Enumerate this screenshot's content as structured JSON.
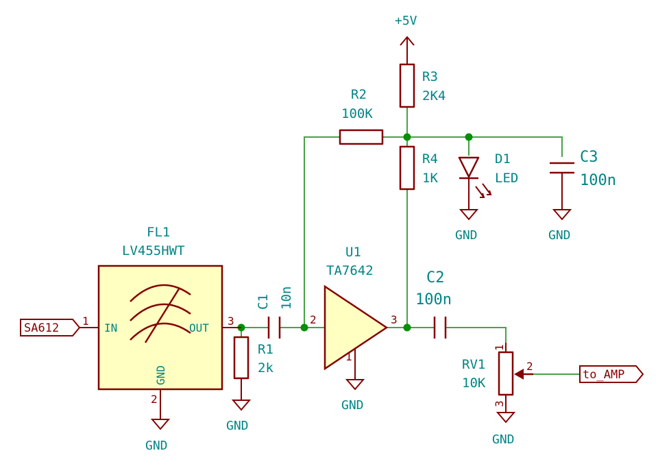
{
  "power": {
    "vcc": "+5V",
    "gnd": "GND"
  },
  "FL1": {
    "ref": "FL1",
    "value": "LV455HWT",
    "pin_in_num": "1",
    "pin_out_num": "3",
    "pin_gnd_num": "2",
    "pin_in_name": "IN",
    "pin_out_name": "OUT",
    "pin_gnd_name": "GND"
  },
  "R1": {
    "ref": "R1",
    "value": "2k"
  },
  "C1": {
    "ref": "C1",
    "value": "10n"
  },
  "U1": {
    "ref": "U1",
    "value": "TA7642",
    "pin_in": "2",
    "pin_out": "3",
    "pin_gnd": "1"
  },
  "R2": {
    "ref": "R2",
    "value": "100K"
  },
  "R3": {
    "ref": "R3",
    "value": "2K4"
  },
  "R4": {
    "ref": "R4",
    "value": "1K"
  },
  "D1": {
    "ref": "D1",
    "value": "LED"
  },
  "C3": {
    "ref": "C3",
    "value": "100n"
  },
  "C2": {
    "ref": "C2",
    "value": "100n"
  },
  "RV1": {
    "ref": "RV1",
    "value": "10K",
    "pin1": "1",
    "pin2": "2",
    "pin3": "3"
  },
  "labels": {
    "input": "SA612",
    "output": "to_AMP"
  },
  "colors": {
    "wire": "#48a148",
    "component": "#840000",
    "text": "#008484",
    "body_fill": "#ffffc2",
    "junction": "#069006"
  }
}
